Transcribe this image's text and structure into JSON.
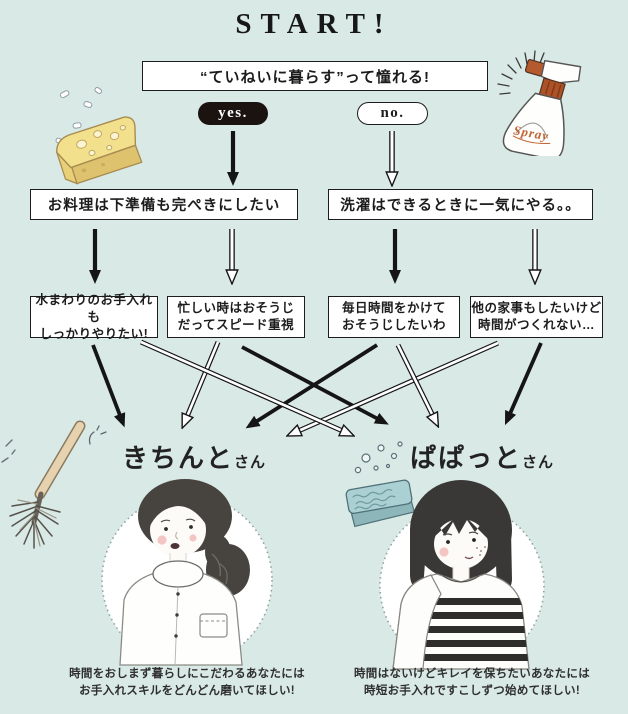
{
  "title": "START!",
  "question": "“ていねいに暮らす”って憧れる!",
  "choices": {
    "yes": "yes.",
    "no": "no."
  },
  "branches": {
    "left": "お料理は下準備も完ぺきにしたい",
    "right": "洗濯はできるときに一気にやる。。"
  },
  "options": [
    {
      "line1": "水まわりのお手入れも",
      "line2": "しっかりやりたい!"
    },
    {
      "line1": "忙しい時はおそうじ",
      "line2": "だってスピード重視"
    },
    {
      "line1": "毎日時間をかけて",
      "line2": "おそうじしたいわ"
    },
    {
      "line1": "他の家事もしたいけど",
      "line2": "時間がつくれない…"
    }
  ],
  "results": [
    {
      "name": "きちんと",
      "suffix": "さん",
      "caption_line1": "時間をおしまず暮らしにこだわるあなたには",
      "caption_line2": "お手入れスキルをどんどん磨いてほしい!"
    },
    {
      "name": "ぱぱっと",
      "suffix": "さん",
      "caption_line1": "時間はないけどキレイを保ちたいあなたには",
      "caption_line2": "時短お手入れですこしずつ始めてほしい!"
    }
  ],
  "decorations": {
    "spray_label": "Spray"
  },
  "colors": {
    "background": "#d9e9e5",
    "box_border": "#1c1c1c",
    "yes_pill": "#1a1310",
    "arrow": "#151515",
    "sponge_yellow": "#f2e08d",
    "spray_orange": "#b5592c",
    "sponge_teal": "#abd0d3"
  }
}
